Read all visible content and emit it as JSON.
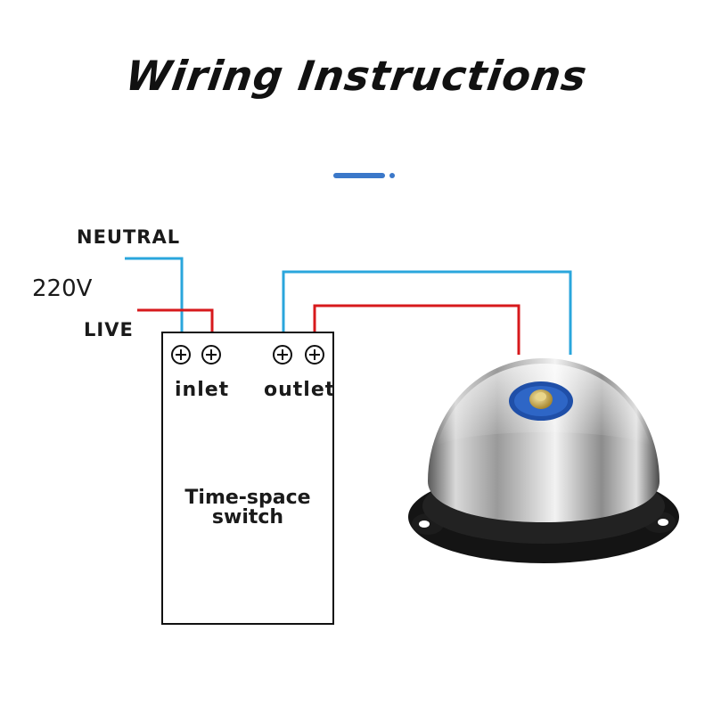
{
  "title": "Wiring Instructions",
  "wire_labels": {
    "neutral": "NEUTRAL",
    "voltage": "220V",
    "live": "LIVE"
  },
  "switch": {
    "inlet_label": "inlet",
    "outlet_label": "outlet",
    "name": "Time-space switch"
  },
  "colors": {
    "neutral_wire": "#2aa6dc",
    "live_wire": "#d7191c",
    "accent": "#3b78c9"
  },
  "icons": {
    "terminal": "plus-screw-terminal-icon",
    "bell": "electric-bell-icon"
  }
}
